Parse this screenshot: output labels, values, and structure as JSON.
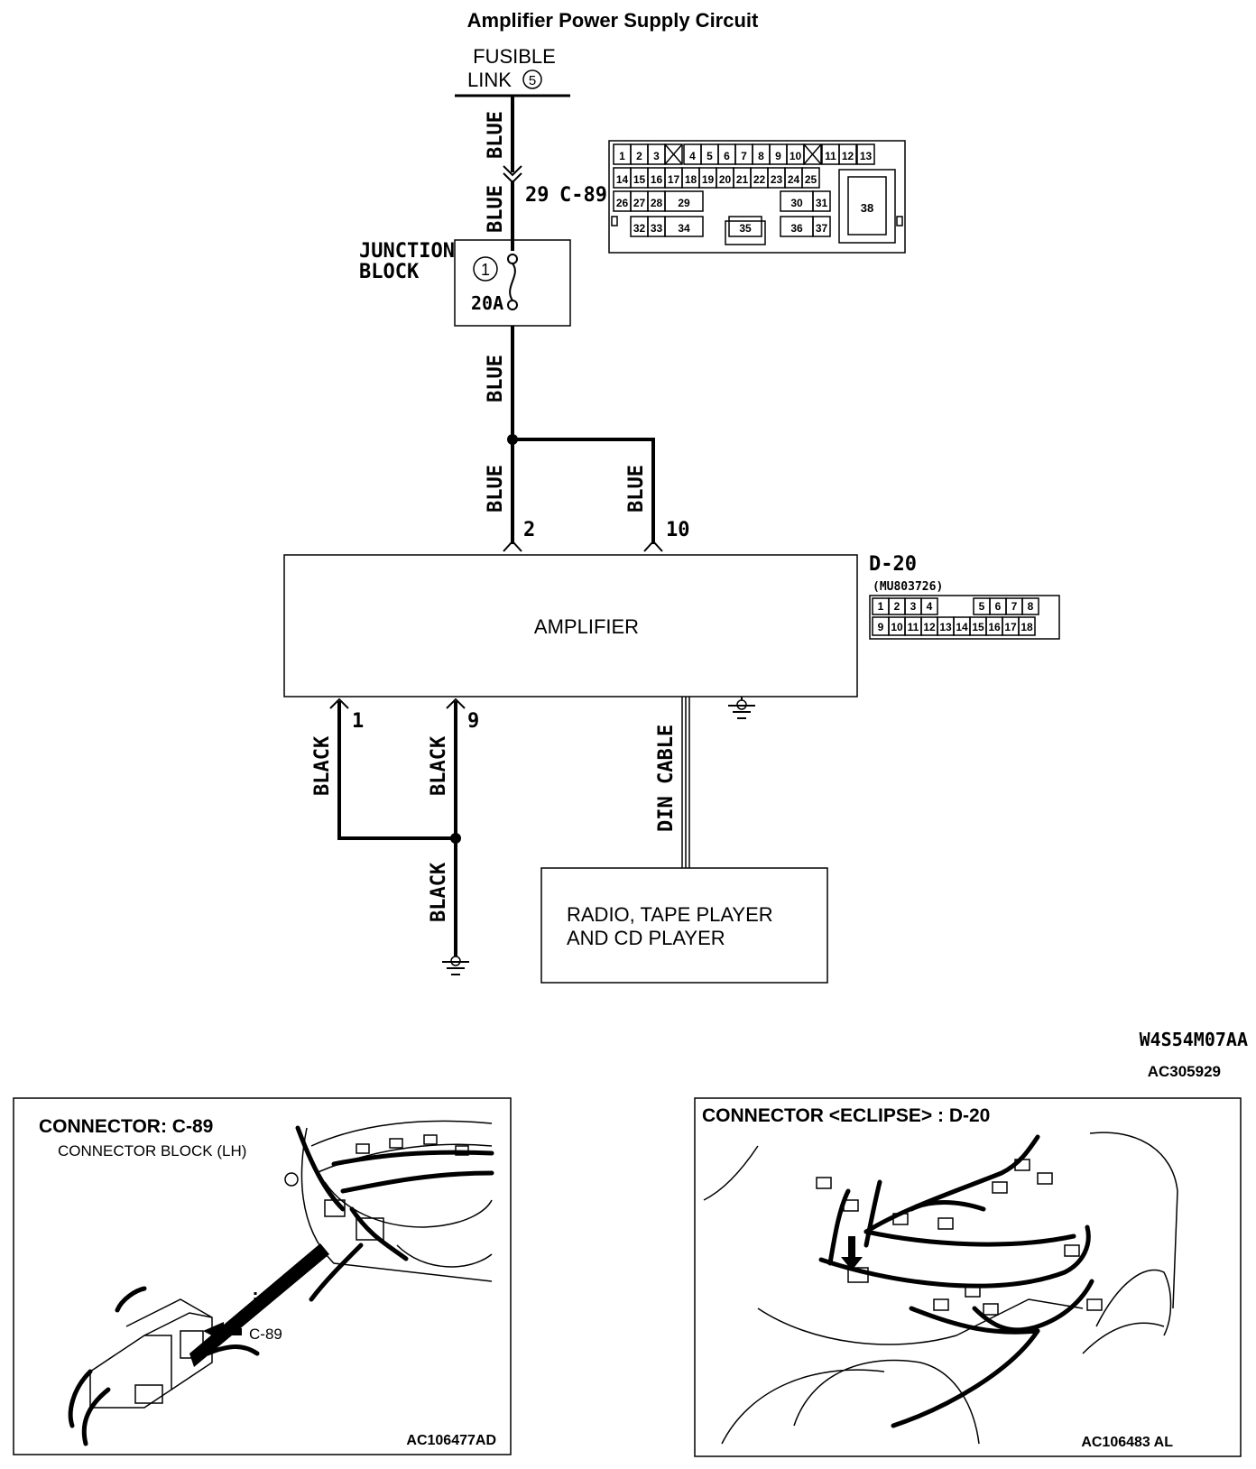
{
  "title": "Amplifier Power Supply Circuit",
  "fusible_link": {
    "line1": "FUSIBLE",
    "line2": "LINK",
    "number": "5"
  },
  "wires": {
    "blue": "BLUE",
    "black": "BLACK",
    "din_cable": "DIN CABLE"
  },
  "c89_pin": {
    "pin": "29",
    "connector": "C-89"
  },
  "junction_block": {
    "line1": "JUNCTION",
    "line2": "BLOCK",
    "fuse_number": "1",
    "rating": "20A"
  },
  "amplifier": {
    "label": "AMPLIFIER",
    "pins_top": [
      "2",
      "10"
    ],
    "pins_bottom": [
      "1",
      "9"
    ]
  },
  "d20": {
    "label": "D-20",
    "part": "(MU803726)"
  },
  "radio_box": {
    "line1": "RADIO, TAPE PLAYER",
    "line2": "AND CD PLAYER"
  },
  "codes": {
    "diagram_code": "W4S54M07AA",
    "figure_code": "AC305929"
  },
  "c89_connector_face": {
    "row1": [
      "1",
      "2",
      "3",
      "",
      "4",
      "5",
      "6",
      "7",
      "8",
      "9",
      "10",
      "",
      "11",
      "12",
      "13"
    ],
    "row2": [
      "14",
      "15",
      "16",
      "17",
      "18",
      "19",
      "20",
      "21",
      "22",
      "23",
      "24",
      "25"
    ],
    "row3": [
      "26",
      "27",
      "28",
      "29",
      "30",
      "31"
    ],
    "row4": [
      "32",
      "33",
      "34",
      "35",
      "36",
      "37"
    ],
    "big": "38"
  },
  "d20_connector_face": {
    "row1": [
      "1",
      "2",
      "3",
      "4",
      "5",
      "6",
      "7",
      "8"
    ],
    "row2": [
      "9",
      "10",
      "11",
      "12",
      "13",
      "14",
      "15",
      "16",
      "17",
      "18"
    ]
  },
  "panel_left": {
    "title": "CONNECTOR: C-89",
    "subtitle": "CONNECTOR BLOCK (LH)",
    "callout": "C-89",
    "code": "AC106477AD"
  },
  "panel_right": {
    "title": "CONNECTOR <ECLIPSE> : D-20",
    "code": "AC106483 AL"
  }
}
